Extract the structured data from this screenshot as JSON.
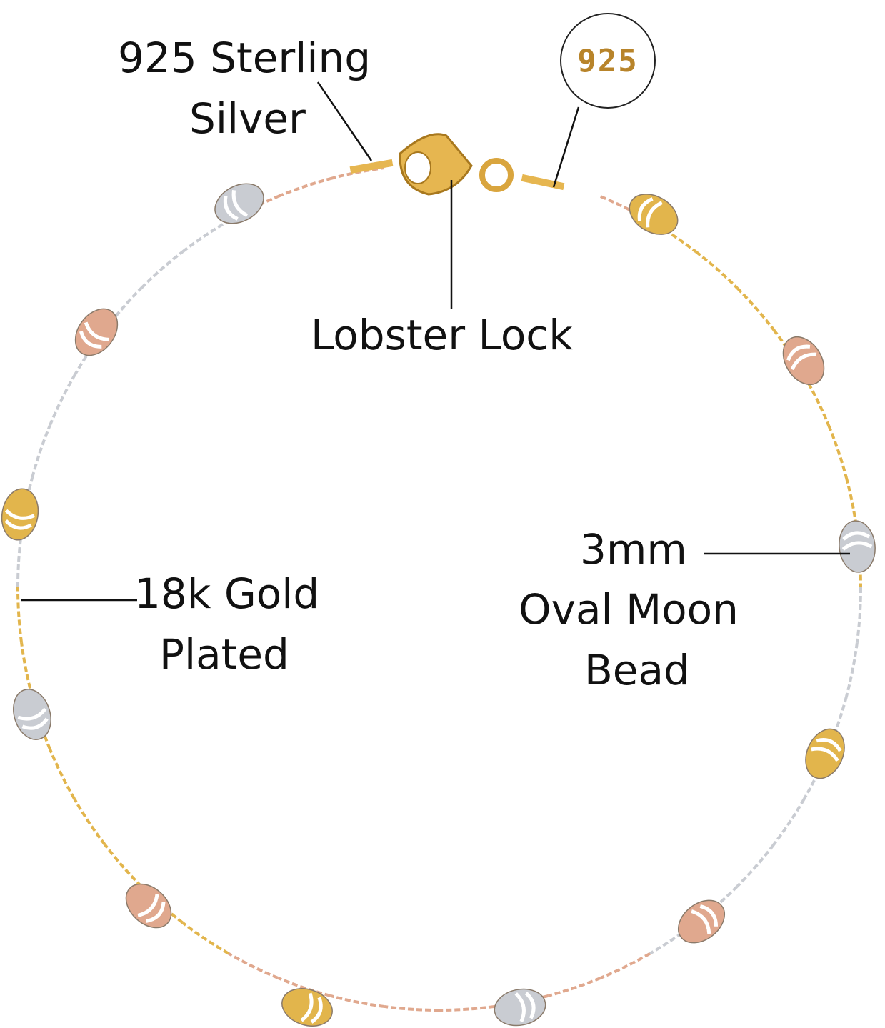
{
  "labels": {
    "sterling_line1": "925 Sterling",
    "sterling_line2": "Silver",
    "stamp": "925",
    "lock": "Lobster Lock",
    "bead_line1": "3mm",
    "bead_line2": "Oval Moon",
    "bead_line3": "Bead",
    "gold_line1": "18k Gold",
    "gold_line2": "Plated"
  },
  "colors": {
    "gold": "#e2b54c",
    "rose": "#e0a88e",
    "silver": "#c9ccd2",
    "text": "#111111"
  },
  "beads": [
    "silver",
    "gold",
    "rose",
    "rose",
    "gold",
    "silver",
    "silver",
    "gold",
    "rose",
    "rose",
    "gold",
    "silver"
  ]
}
